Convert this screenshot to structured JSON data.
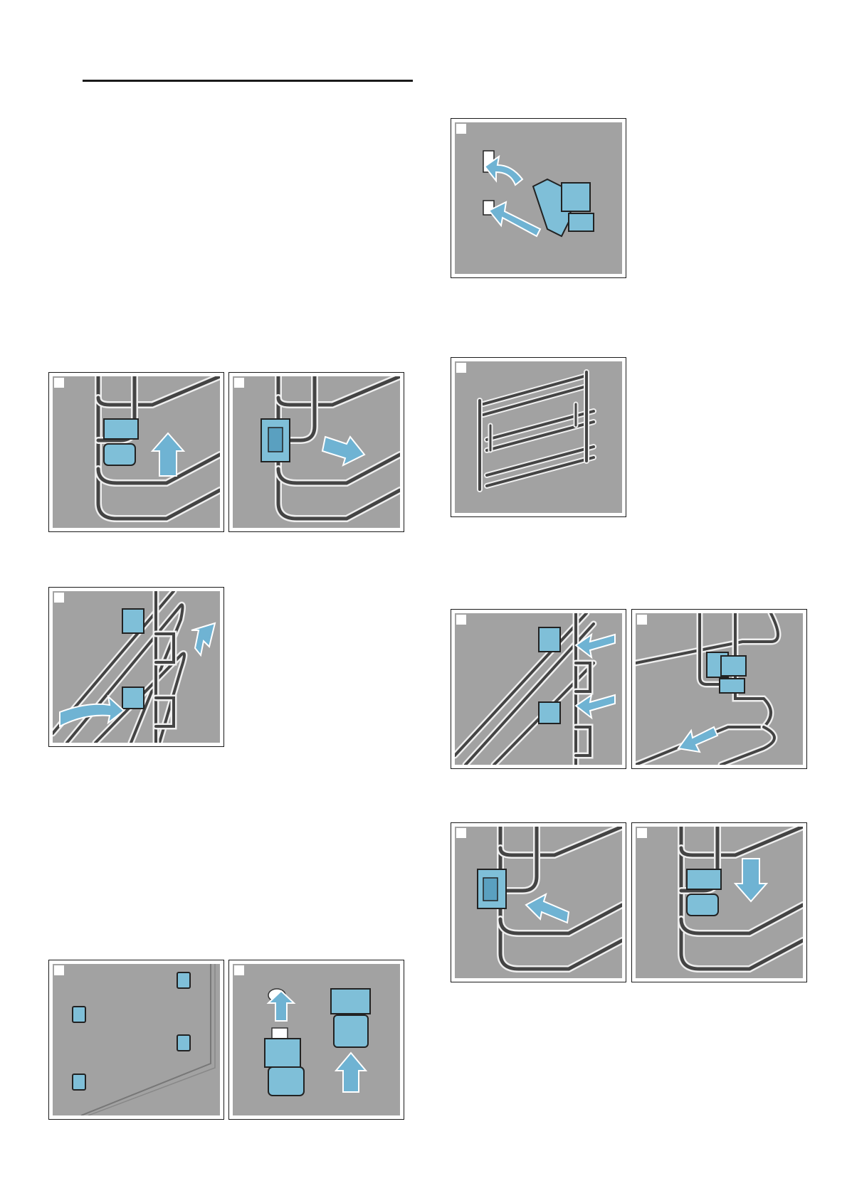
{
  "figures": [
    {
      "id": "remove-1",
      "step": ""
    },
    {
      "id": "remove-2",
      "step": ""
    },
    {
      "id": "remove-3",
      "step": ""
    },
    {
      "id": "sockets-1",
      "step": ""
    },
    {
      "id": "sockets-2",
      "step": ""
    },
    {
      "id": "clip-insert",
      "step": ""
    },
    {
      "id": "rail-view",
      "step": ""
    },
    {
      "id": "fit-1",
      "step": ""
    },
    {
      "id": "fit-2",
      "step": ""
    },
    {
      "id": "fit-3",
      "step": ""
    },
    {
      "id": "fit-4",
      "step": ""
    }
  ],
  "colors": {
    "figure_bg": "#a2a2a2",
    "part_fill": "#7fbfd8",
    "wire": "#555555",
    "arrow": "#6fb3d3"
  }
}
